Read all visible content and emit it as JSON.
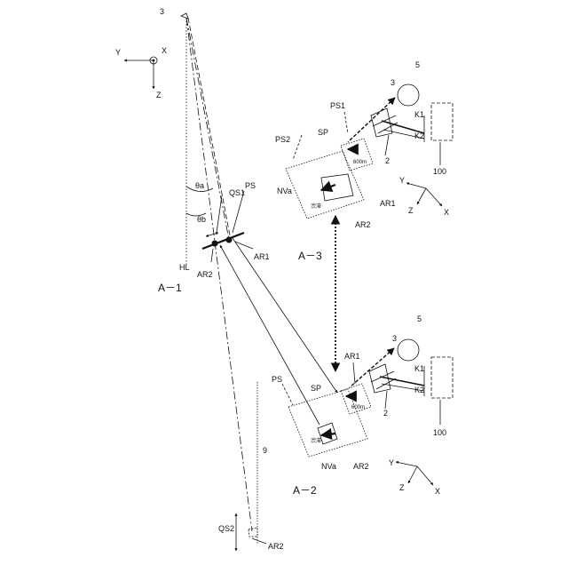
{
  "labels": {
    "ref_3_top": "3",
    "axis_y_top": "Y",
    "axis_x_top": "X",
    "axis_z_top": "Z",
    "theta_a": "θa",
    "theta_b": "θb",
    "qs1": "QS1",
    "ps_a1": "PS",
    "hl": "HL",
    "ar1_a1": "AR1",
    "ar2_a1": "AR2",
    "a1": "A－1",
    "ps2": "PS2",
    "ps1": "PS1",
    "sp_a3": "SP",
    "nva_a3": "NVa",
    "ar2_a3": "AR2",
    "ar1_a3": "AR1",
    "ref_3_a3": "3",
    "ref_5_a3": "5",
    "ref_2_a3": "2",
    "k1_a3": "K1",
    "k2_a3": "K2",
    "ref_100_a3": "100",
    "axis_y_a3": "Y",
    "axis_z_a3": "Z",
    "axis_x_a3": "X",
    "a3": "A－3",
    "ps_a2": "PS",
    "sp_a2": "SP",
    "ar1_a2": "AR1",
    "ref_3_a2": "3",
    "ref_5_a2": "5",
    "ref_2_a2": "2",
    "k1_a2": "K1",
    "k2_a2": "K2",
    "ref_100_a2": "100",
    "ref_9": "9",
    "nva_a2": "NVa",
    "ar2_a2": "AR2",
    "a2": "A－2",
    "axis_y_a2": "Y",
    "axis_z_a2": "Z",
    "axis_x_a2": "X",
    "qs2": "QS2",
    "ar2_bottom": "AR2"
  },
  "screen_text": {
    "vehicle_a3": "渋滞",
    "dist_a3": "600m",
    "vehicle_a2": "渋滞",
    "dist_a2": "600m"
  }
}
